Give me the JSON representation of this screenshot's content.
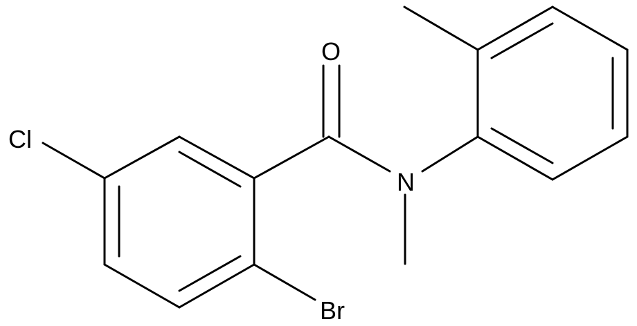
{
  "molecule": {
    "atoms": {
      "oxygen": "O",
      "nitrogen": "N",
      "chlorine": "Cl",
      "bromine": "Br"
    }
  },
  "colors": {
    "bond": "#000000",
    "label": "#000000",
    "background": "#ffffff"
  }
}
